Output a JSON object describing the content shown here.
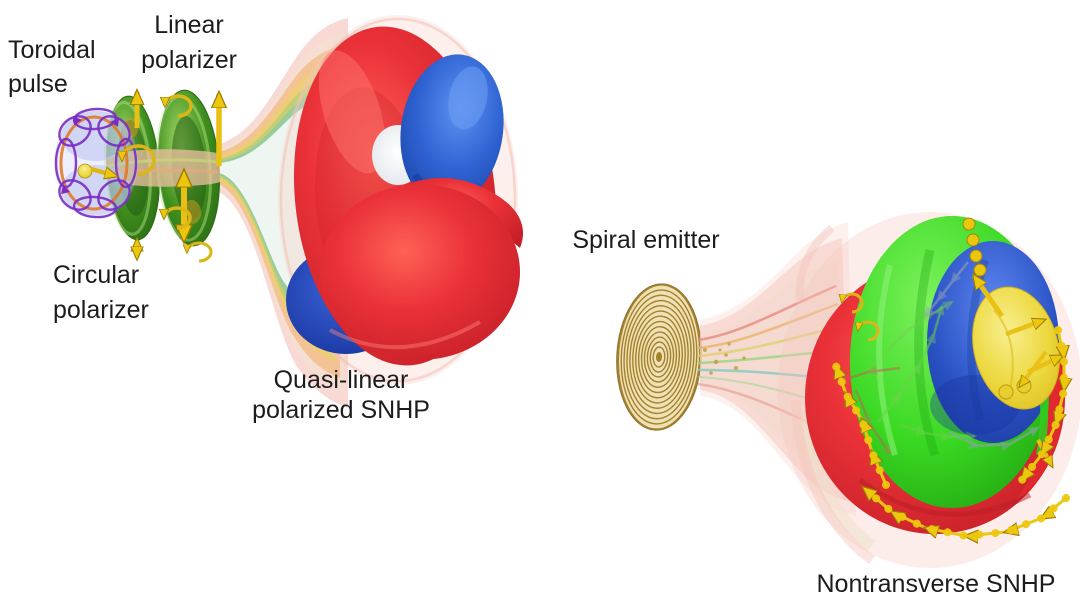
{
  "figure": {
    "type": "scientific-illustration",
    "background_color": "#ffffff",
    "text_color": "#1c1c1e",
    "panels": {
      "left": {
        "labels": {
          "toroidal_pulse": [
            "Toroidal",
            "pulse"
          ],
          "linear_polarizer": [
            "Linear",
            "polarizer"
          ],
          "circular_polarizer": [
            "Circular",
            "polarizer"
          ],
          "result": [
            "Quasi-linear",
            "polarized SNHP"
          ]
        },
        "components": [
          "toroidal-pulse",
          "linear-polarizer-disk",
          "circular-polarizer-disk",
          "focusing-beam",
          "quasi-linear-polarized-snhp"
        ],
        "colors": {
          "snhp_red": "#e73138",
          "snhp_blue": "#2f63d2",
          "snhp_navy": "#1c3a9e",
          "polarizer_green": "#4f9427",
          "pulse_purple": "#7a2bc2",
          "pulse_ring_orange": "#e2741e",
          "arrow_gold": "#e9c70e",
          "beam_pink": "#f2b3a9"
        }
      },
      "right": {
        "labels": {
          "spiral_emitter": "Spiral emitter",
          "result": "Nontransverse SNHP"
        },
        "components": [
          "spiral-emitter",
          "focusing-beam",
          "nontransverse-snhp"
        ],
        "colors": {
          "emitter_gold": "#a5812b",
          "snhp_red": "#e2282f",
          "snhp_green": "#2ecb17",
          "snhp_blue": "#2a52c4",
          "snhp_yellow": "#e8cf30",
          "arrow_gold": "#e9c70e",
          "beam_pink": "#f4bdb3"
        }
      }
    }
  }
}
